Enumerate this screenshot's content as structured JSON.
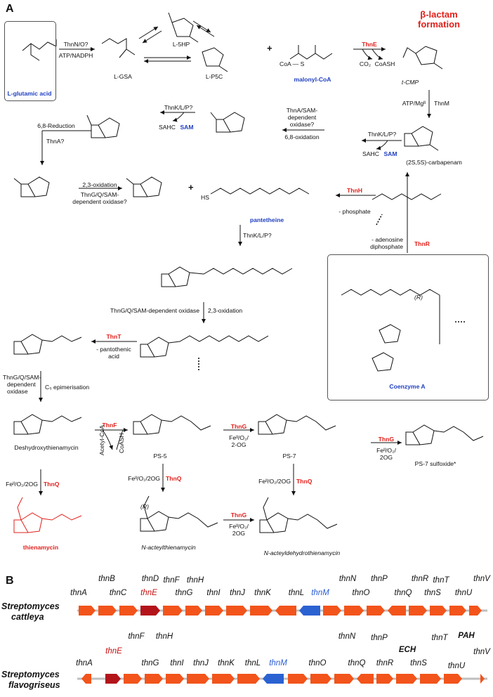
{
  "panel_a": {
    "label": "A",
    "beta_lactam": [
      "β-lactam",
      "formation"
    ],
    "compounds": {
      "glutamic": "L-glutamic acid",
      "l5hp": "L-5HP",
      "lgsa": "L-GSA",
      "lp5c": "L-P5C",
      "malonyl": "malonyl-CoA",
      "tcmp": "t-CMP",
      "carbapenam": "(2S,5S)-carbapenam",
      "pantetheine": "pantetheine",
      "coa": "Coenzyme A",
      "deshydroxy": "Deshydroxythienamycin",
      "ps5": "PS-5",
      "ps7": "PS-7",
      "ps7so": "PS-7 sulfoxide*",
      "thienamycin": "thienamycin",
      "nat": "N-acteylthienamycin",
      "nadt": "N-acteyldehydrothienamycin"
    },
    "labels": {
      "thnno": "ThnN/O?",
      "atpnadph": "ATP/NADPH",
      "thne": "ThnE",
      "co2": "CO₂",
      "coash": "CoASH",
      "plus1": "+",
      "coa_s": "CoA — S",
      "atpmg": "ATP/Mgᴵᴵ",
      "thnm": "ThnM",
      "thnklp1": "ThnK/L/P?",
      "sahc1": "SAHC",
      "sam1": "SAM",
      "thnaox": [
        "ThnA/SAM-",
        "dependent",
        "oxidase?"
      ],
      "ox68": "6,8-oxidation",
      "thnklp2": "ThnK/L/P?",
      "sahc2": "SAHC",
      "sam2": "SAM",
      "red68": "6,8-Reduction",
      "thna": "ThnA?",
      "ox23a": "2,3-oxidation",
      "thngq": [
        "ThnG/Q/SAM-",
        "dependent oxidase?"
      ],
      "plus2": "+",
      "hs": "HS",
      "thnh": "ThnH",
      "phosphate": "- phosphate",
      "thnklp3": "ThnK/L/P?",
      "thnr": "ThnR",
      "adp": [
        "- adenosine",
        "diphosphate"
      ],
      "thngq2": "ThnG/Q/SAM-dependent oxidase",
      "ox23b": "2,3-oxidation",
      "thnt": "ThnT",
      "pant": [
        "- pantothenic",
        "acid"
      ],
      "thngq3": [
        "ThnG/Q/SAM-",
        "dependent",
        "oxidase"
      ],
      "c5": "C₅ epimerisation",
      "thnf": "ThnF",
      "acetylcoa": "Acetyl-CoA",
      "coash2": "CoASH",
      "thng1": "ThnG",
      "feo2og1": [
        "Feᴵᴵ/O₂/",
        "2-OG"
      ],
      "thng2": "ThnG",
      "feo2og2": [
        "Feᴵᴵ/O₂/",
        "2OG"
      ],
      "feq1": "Feᴵᴵ/O₂/2OG",
      "thnq1": "ThnQ",
      "feq2": "Feᴵᴵ/O₂/2OG",
      "thnq2": "ThnQ",
      "feq3": "Feᴵᴵ/O₂/2OG",
      "thnq3": "ThnQ",
      "thng3": "ThnG",
      "feo2og3": [
        "Feᴵᴵ/O₂/",
        "2OG"
      ],
      "r_label": "(R)",
      "r_label2": "(R)"
    }
  },
  "panel_b": {
    "label": "B",
    "cattleya": {
      "species": [
        "Streptomyces",
        "cattleya"
      ],
      "genes_top": [
        "thnB",
        "thnD",
        "thnF",
        "thnH",
        "thnN",
        "thnP",
        "thnR",
        "thnT",
        "thnV"
      ],
      "genes_bottom": [
        "thnA",
        "thnC",
        "thnE",
        "thnG",
        "thnI",
        "thnJ",
        "thnK",
        "thnL",
        "thnM",
        "thnO",
        "thnQ",
        "thnS",
        "thnU"
      ]
    },
    "flavogriseus": {
      "species": [
        "Streptomyces",
        "flavogriseus"
      ],
      "genes_top": [
        "thnF",
        "thnH",
        "thnN",
        "thnP",
        "ECH",
        "thnT",
        "PAH",
        "thnV"
      ],
      "genes_bottom": [
        "thnA",
        "thnE",
        "thnG",
        "thnI",
        "thnJ",
        "thnK",
        "thnL",
        "thnM",
        "thnO",
        "thnQ",
        "thnR",
        "thnS",
        "thnU"
      ]
    },
    "colors": {
      "orange": "#f2541b",
      "red": "#b3141a",
      "blue": "#2b62d2",
      "line": "#bfbfbf"
    }
  }
}
